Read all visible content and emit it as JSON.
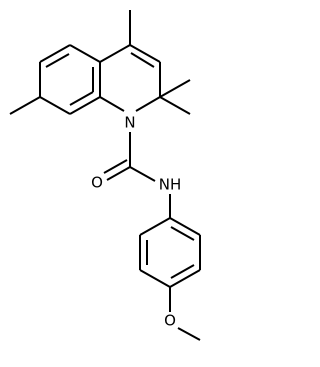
{
  "molecule": {
    "atoms": {
      "ring_nitrogen": "N",
      "carbonyl_oxygen": "O",
      "amide_nh": "NH",
      "ether_oxygen": "O"
    }
  }
}
